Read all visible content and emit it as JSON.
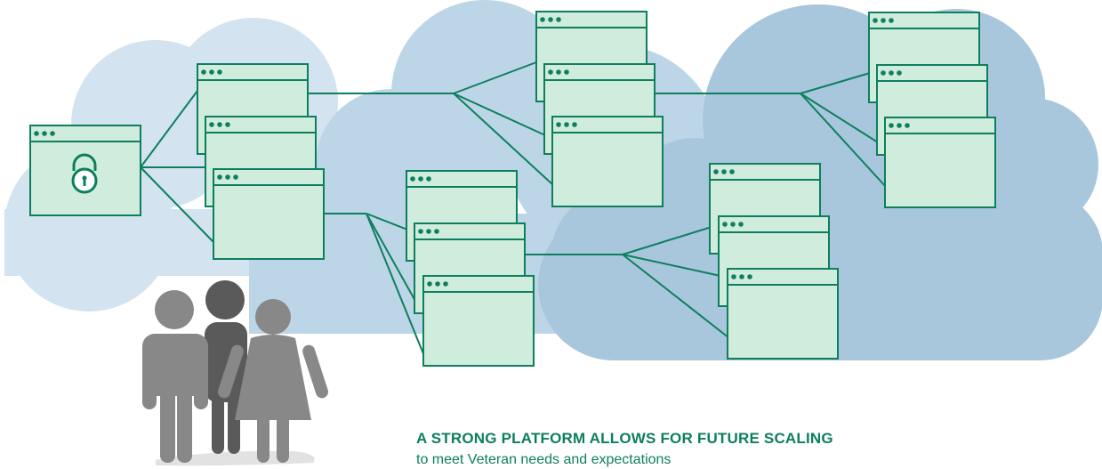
{
  "caption": {
    "title": "A STRONG PLATFORM ALLOWS FOR FUTURE SCALING",
    "subtitle": "to meet Veteran needs and expectations"
  },
  "colors": {
    "window_fill": "#d0ecdc",
    "window_stroke": "#0d7f5e",
    "cloud_light": "#d3e3ef",
    "cloud_mid": "#bdd6e7",
    "cloud_dark": "#a9c7dc",
    "person_light": "#888888",
    "person_dark": "#5a5a5a",
    "text": "#0d7f5e"
  },
  "icons": [
    "lock-icon",
    "browser-window-icon",
    "people-icon",
    "cloud-shape"
  ]
}
